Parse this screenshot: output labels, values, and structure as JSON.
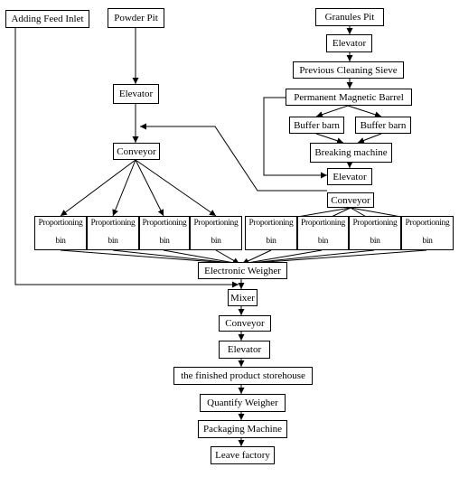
{
  "nodes": {
    "adding_feed_inlet": "Adding Feed Inlet",
    "powder_pit": "Powder Pit",
    "granules_pit": "Granules Pit",
    "elevator_top_right": "Elevator",
    "previous_cleaning_sieve": "Previous Cleaning Sieve",
    "permanent_magnetic_barrel": "Permanent Magnetic Barrel",
    "buffer_barn_left": "Buffer barn",
    "buffer_barn_right": "Buffer barn",
    "breaking_machine": "Breaking machine",
    "elevator_right": "Elevator",
    "elevator_left": "Elevator",
    "conveyor_left": "Conveyor",
    "conveyor_right": "Conveyor",
    "electronic_weigher": "Electronic Weigher",
    "mixer": "Mixer",
    "conveyor_bottom": "Conveyor",
    "elevator_bottom": "Elevator",
    "finished_product_storehouse": "the finished product storehouse",
    "quantify_weigher": "Quantify Weigher",
    "packaging_machine": "Packaging Machine",
    "leave_factory": "Leave factory"
  },
  "bin": {
    "line1": "Proportioning",
    "line2": "bin"
  },
  "colors": {
    "stroke": "#000000",
    "box_fill": "#ffffff"
  }
}
